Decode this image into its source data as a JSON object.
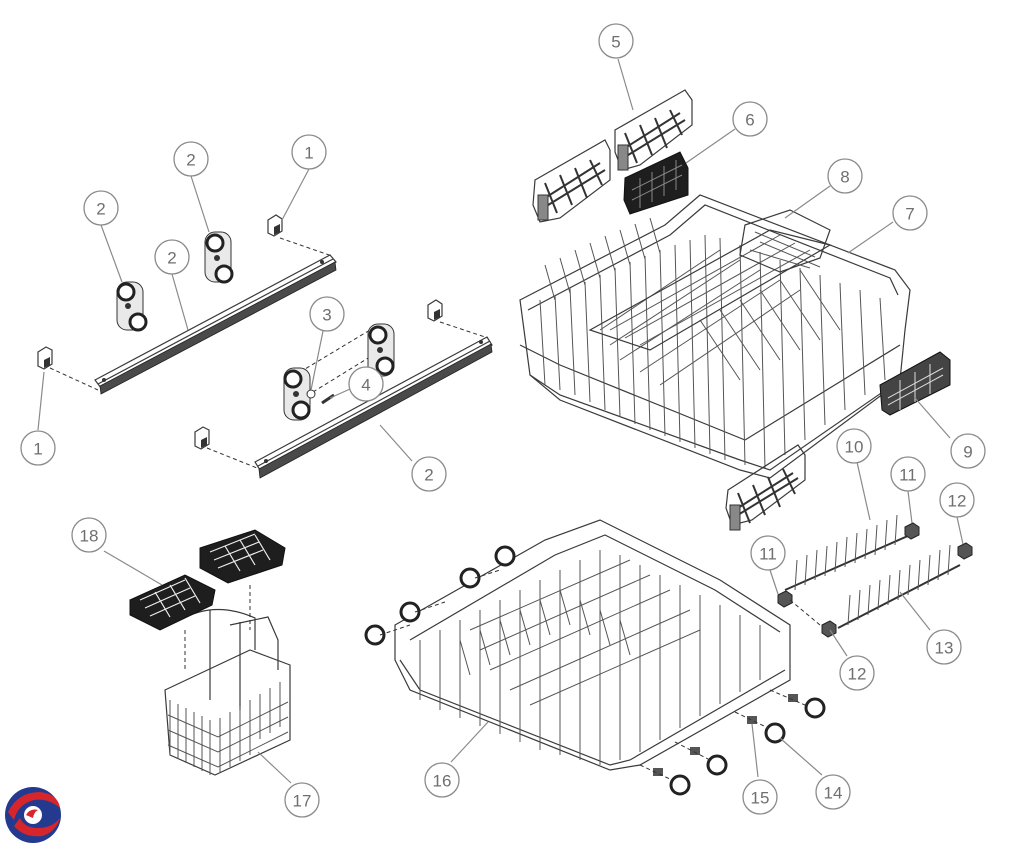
{
  "callouts": [
    {
      "id": "c1a",
      "label": "1"
    },
    {
      "id": "c1b",
      "label": "1"
    },
    {
      "id": "c2a",
      "label": "2"
    },
    {
      "id": "c2b",
      "label": "2"
    },
    {
      "id": "c2c",
      "label": "2"
    },
    {
      "id": "c2d",
      "label": "2"
    },
    {
      "id": "c3",
      "label": "3"
    },
    {
      "id": "c4",
      "label": "4"
    },
    {
      "id": "c5",
      "label": "5"
    },
    {
      "id": "c6",
      "label": "6"
    },
    {
      "id": "c7",
      "label": "7"
    },
    {
      "id": "c8",
      "label": "8"
    },
    {
      "id": "c9",
      "label": "9"
    },
    {
      "id": "c10",
      "label": "10"
    },
    {
      "id": "c11a",
      "label": "11"
    },
    {
      "id": "c11b",
      "label": "11"
    },
    {
      "id": "c12a",
      "label": "12"
    },
    {
      "id": "c12b",
      "label": "12"
    },
    {
      "id": "c13",
      "label": "13"
    },
    {
      "id": "c14",
      "label": "14"
    },
    {
      "id": "c15",
      "label": "15"
    },
    {
      "id": "c16",
      "label": "16"
    },
    {
      "id": "c17",
      "label": "17"
    },
    {
      "id": "c18",
      "label": "18"
    }
  ],
  "colors": {
    "callout_stroke": "#8a8a8a",
    "callout_text": "#6f6f6f",
    "part_stroke": "#3a3a3a",
    "logo_red": "#d7262b",
    "logo_blue": "#233a8f"
  },
  "logo": {
    "icon": "brand-swirl-icon"
  }
}
